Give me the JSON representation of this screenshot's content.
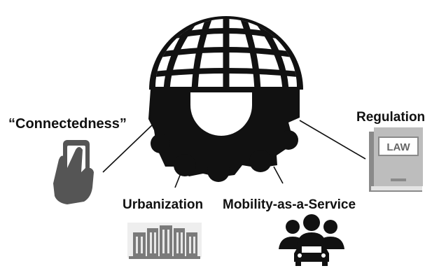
{
  "labels": {
    "connectedness": "“Connectedness”",
    "regulation": "Regulation",
    "urbanization": "Urbanization",
    "mobility": "Mobility-as-a-Service",
    "law_book_text": "LAW"
  },
  "icons": {
    "central": "gear-globe-icon",
    "connectedness": "smartphone-hand-icon",
    "regulation": "law-book-icon",
    "urbanization": "city-buildings-icon",
    "mobility": "people-car-icon"
  },
  "colors": {
    "ink": "#111111",
    "gray": "#7a7a7a",
    "light_gray": "#bdbdbd"
  }
}
